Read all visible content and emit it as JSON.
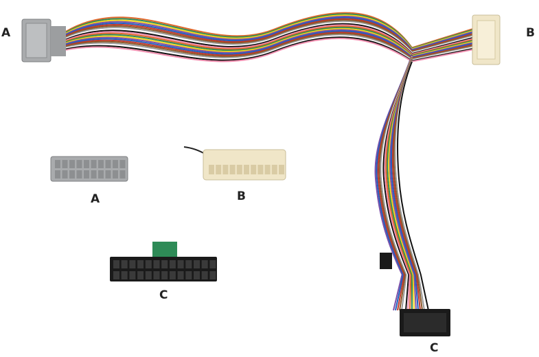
{
  "labels": {
    "main_a": "A",
    "main_b": "B",
    "main_c": "C",
    "detail_a": "A",
    "detail_b": "B",
    "detail_c": "C"
  },
  "colors": {
    "connector_a": "#a9abad",
    "connector_b": "#f0e6c8",
    "connector_c": "#1a1a1a",
    "wires": [
      "#e0672a",
      "#2e8b57",
      "#f2d21b",
      "#7b4fa8",
      "#1f5fbf",
      "#c0392b",
      "#8b5a2b",
      "#999999",
      "#ffffff",
      "#111111",
      "#f08fb0"
    ]
  }
}
